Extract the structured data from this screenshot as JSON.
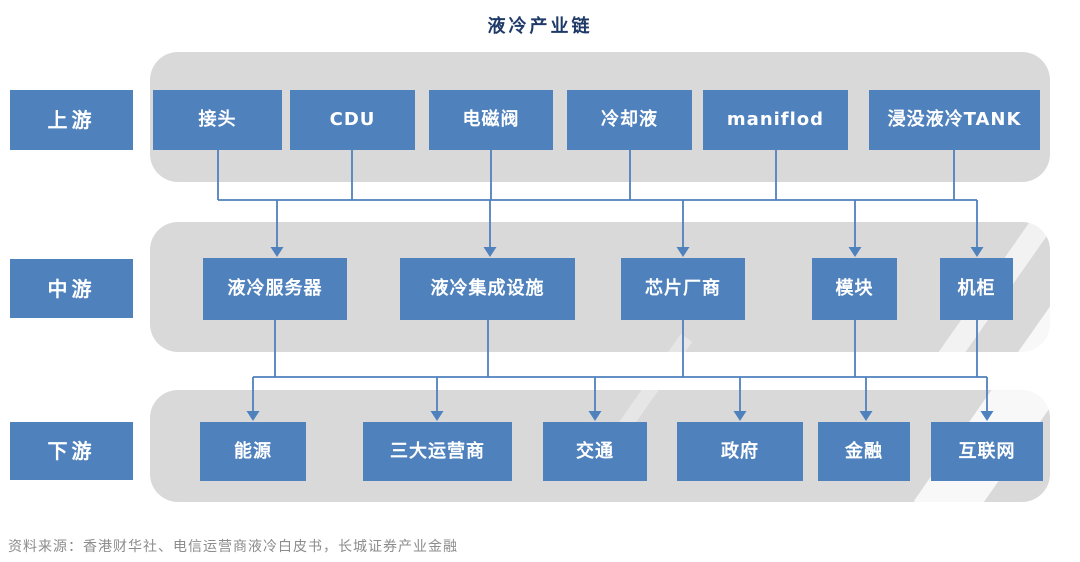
{
  "title": "液冷产业链",
  "source_note": "资料来源：香港财华社、电信运营商液冷白皮书，长城证券产业金融",
  "colors": {
    "node_blue": "#4f81bd",
    "band_gray": "#d9d9d9",
    "line_blue": "#4f81bd",
    "title_navy": "#1f3a68",
    "source_gray": "#8c8c8c",
    "node_text": "#ffffff",
    "page_bg": "#ffffff"
  },
  "tiers": [
    {
      "label": "上游",
      "nodes": [
        {
          "label": "接头"
        },
        {
          "label": "CDU"
        },
        {
          "label": "电磁阀"
        },
        {
          "label": "冷却液"
        },
        {
          "label": "maniflod"
        },
        {
          "label": "浸没液冷TANK"
        }
      ]
    },
    {
      "label": "中游",
      "nodes": [
        {
          "label": "液冷服务器"
        },
        {
          "label": "液冷集成设施"
        },
        {
          "label": "芯片厂商"
        },
        {
          "label": "模块"
        },
        {
          "label": "机柜"
        }
      ]
    },
    {
      "label": "下游",
      "nodes": [
        {
          "label": "能源"
        },
        {
          "label": "三大运营商"
        },
        {
          "label": "交通"
        },
        {
          "label": "政府"
        },
        {
          "label": "金融"
        },
        {
          "label": "互联网"
        }
      ]
    }
  ]
}
